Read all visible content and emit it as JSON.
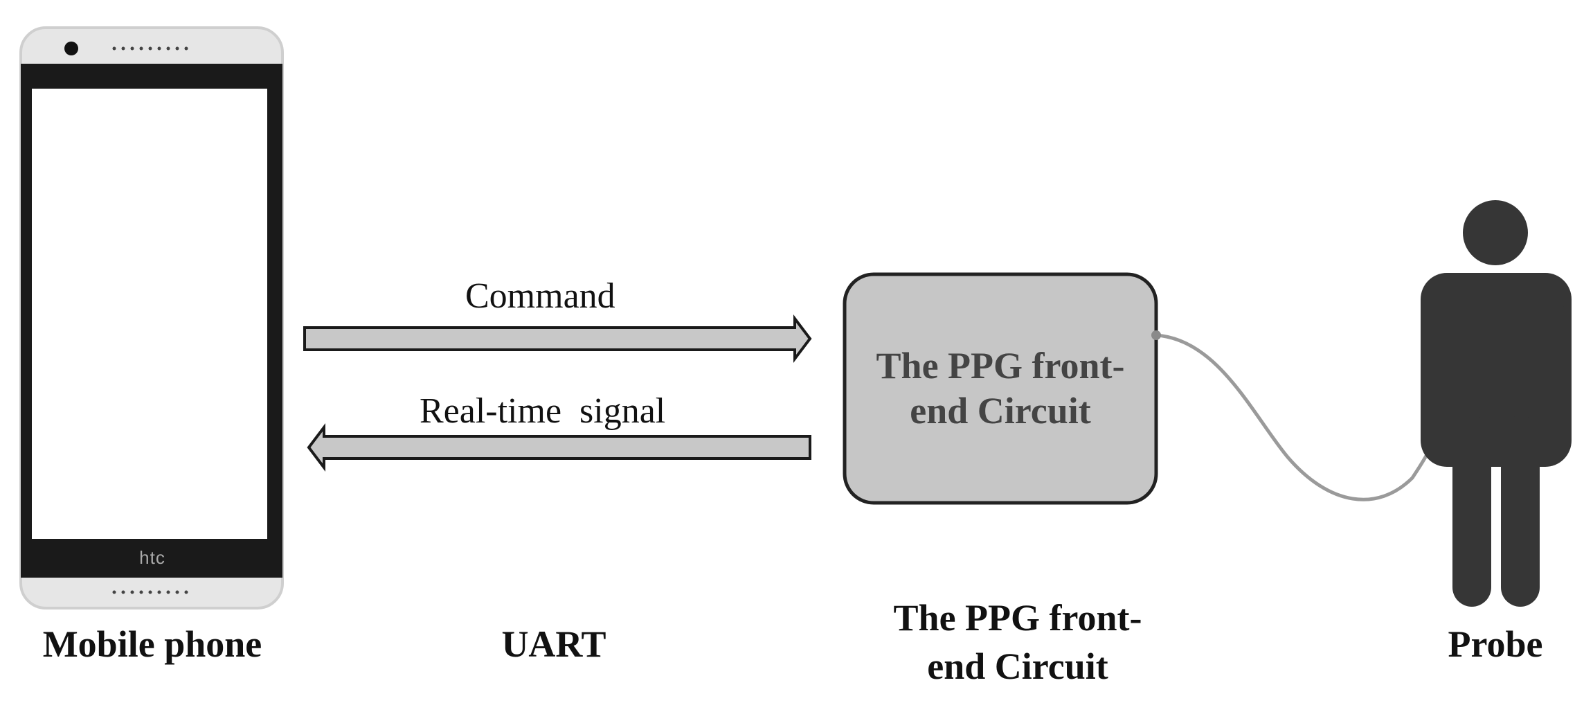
{
  "phone": {
    "brand": "htc",
    "caption": "Mobile phone"
  },
  "link": {
    "caption": "UART",
    "command_label": "Command",
    "signal_label": "Real-time  signal"
  },
  "circuit": {
    "box_label": "The PPG front-end Circuit",
    "caption_line1": "The PPG front-",
    "caption_line2": "end Circuit"
  },
  "probe": {
    "caption": "Probe"
  },
  "colors": {
    "phone_frame": "#1a1a1a",
    "phone_body": "#e4e4e4",
    "arrow_fill": "#c8c8c8",
    "box_fill": "#c6c6c6",
    "box_border": "#222222",
    "person": "#363636",
    "cable": "#9a9a9a"
  }
}
